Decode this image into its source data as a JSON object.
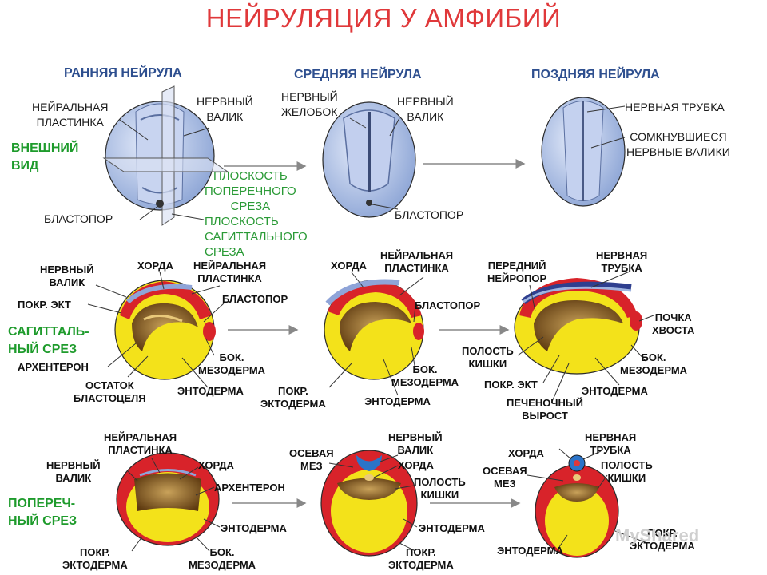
{
  "title": "НЕЙРУЛЯЦИЯ У АМФИБИЙ",
  "headers": {
    "early": "РАННЯЯ НЕЙРУЛА",
    "middle": "СРЕДНЯЯ НЕЙРУЛА",
    "late": "ПОЗДНЯЯ НЕЙРУЛА"
  },
  "row_labels": {
    "external": "ВНЕШНИЙ\nВИД",
    "sagittal": "САГИТТАЛЬ-\nНЫЙ СРЕЗ",
    "transverse": "ПОПЕРЕЧ-\nНЫЙ СРЕЗ"
  },
  "external": {
    "early_neural_plate": "НЕЙРАЛЬНАЯ\nПЛАСТИНКА",
    "early_neural_fold": "НЕРВНЫЙ\nВАЛИК",
    "early_blastopore": "БЛАСТОПОР",
    "plane_transverse": "ПЛОСКОСТЬ\nПОПЕРЕЧНОГО\nСРЕЗА",
    "plane_sagittal": "ПЛОСКОСТЬ\nСАГИТТАЛЬНОГО\nСРЕЗА",
    "mid_groove": "НЕРВНЫЙ\nЖЕЛОБОК",
    "mid_fold": "НЕРВНЫЙ\nВАЛИК",
    "mid_blastopore": "БЛАСТОПОР",
    "late_tube": "НЕРВНАЯ ТРУБКА",
    "late_closed_folds": "СОМКНУВШИЕСЯ\nНЕРВНЫЕ ВАЛИКИ"
  },
  "sagittal": {
    "e_fold": "НЕРВНЫЙ\nВАЛИК",
    "e_chord": "ХОРДА",
    "e_plate": "НЕЙРАЛЬНАЯ\nПЛАСТИНКА",
    "e_ect": "ПОКР. ЭКТ",
    "e_blastopore": "БЛАСТОПОР",
    "e_archenteron": "АРХЕНТЕРОН",
    "e_blastocoel": "ОСТАТОК\nБЛАСТОЦЕЛЯ",
    "e_mesoderm": "БОК.\nМЕЗОДЕРМА",
    "e_endoderm": "ЭНТОДЕРМА",
    "m_chord": "ХОРДА",
    "m_plate": "НЕЙРАЛЬНАЯ\nПЛАСТИНКА",
    "m_blastopore": "БЛАСТОПОР",
    "m_mesoderm": "БОК.\nМЕЗОДЕРМА",
    "m_ectoderm": "ПОКР.\nЭКТОДЕРМА",
    "m_endoderm": "ЭНТОДЕРМА",
    "l_neuropore": "ПЕРЕДНИЙ\nНЕЙРОПОР",
    "l_tube": "НЕРВНАЯ\nТРУБКА",
    "l_tailbud": "ПОЧКА\nХВОСТА",
    "l_gut": "ПОЛОСТЬ\nКИШКИ",
    "l_ect": "ПОКР. ЭКТ",
    "l_liver": "ПЕЧЕНОЧНЫЙ\nВЫРОСТ",
    "l_endoderm": "ЭНТОДЕРМА",
    "l_mesoderm": "БОК.\nМЕЗОДЕРМА"
  },
  "transverse": {
    "e_plate": "НЕЙРАЛЬНАЯ\nПЛАСТИНКА",
    "e_fold": "НЕРВНЫЙ\nВАЛИК",
    "e_chord": "ХОРДА",
    "e_archenteron": "АРХЕНТЕРОН",
    "e_endoderm": "ЭНТОДЕРМА",
    "e_ectoderm": "ПОКР.\nЭКТОДЕРМА",
    "e_mesoderm": "БОК.\nМЕЗОДЕРМА",
    "m_axial": "ОСЕВАЯ\nМЕЗ",
    "m_fold": "НЕРВНЫЙ\nВАЛИК",
    "m_chord": "ХОРДА",
    "m_gut": "ПОЛОСТЬ\nКИШКИ",
    "m_endoderm": "ЭНТОДЕРМА",
    "m_ectoderm": "ПОКР.\nЭКТОДЕРМА",
    "l_chord": "ХОРДА",
    "l_tube": "НЕРВНАЯ\nТРУБКА",
    "l_axial": "ОСЕВАЯ\nМЕЗ",
    "l_gut": "ПОЛОСТЬ\nКИШКИ",
    "l_endoderm": "ЭНТОДЕРМА",
    "l_ectoderm": "ПОКР.\nЭКТОДЕРМА"
  },
  "watermark": "MyShared",
  "colors": {
    "title": "#e0383a",
    "header": "#2e4f8f",
    "row_label": "#1e9b2c",
    "embryo_blue": "#b9c8e8",
    "yolk": "#f3e21a",
    "mesoderm": "#d8232a",
    "archenteron": "#7a4a14"
  }
}
